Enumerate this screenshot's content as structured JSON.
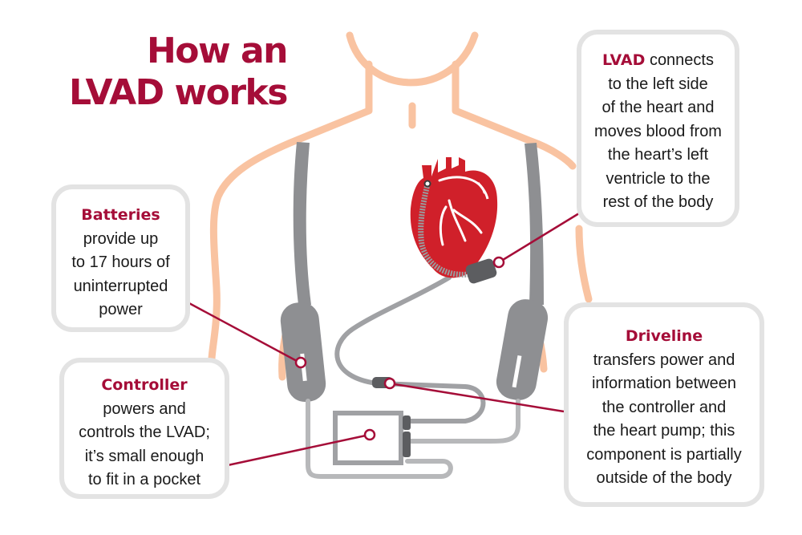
{
  "title": {
    "line1": "How an",
    "line2": "LVAD works"
  },
  "colors": {
    "accent": "#a50d38",
    "skin_outline": "#f9c3a1",
    "device_gray": "#8e8f92",
    "cable_gray": "#b7b8ba",
    "connector_dark": "#5c5d60",
    "heart_red": "#d0202a",
    "callout_border": "#e3e3e3"
  },
  "callouts": {
    "lvad": {
      "head": "LVAD",
      "lines": [
        "connects",
        "to the left side",
        "of the heart and",
        "moves blood from",
        "the heart’s left",
        "ventricle to the",
        "rest of the body"
      ]
    },
    "batteries": {
      "head": "Batteries",
      "lines": [
        "provide up",
        "to 17 hours of",
        "uninterrupted",
        "power"
      ]
    },
    "controller": {
      "head": "Controller",
      "lines": [
        "powers and",
        "controls the LVAD;",
        "it’s small enough",
        "to fit in a pocket"
      ]
    },
    "driveline": {
      "head": "Driveline",
      "lines": [
        "transfers power and",
        "information between",
        "the controller and",
        "the heart pump; this",
        "component is partially",
        "outside of the body"
      ]
    }
  },
  "icons": {
    "body": "torso-outline-icon",
    "heart": "heart-icon",
    "pump": "lvad-pump-icon",
    "batteries": "battery-icon",
    "controller": "controller-icon",
    "driveline": "driveline-cable-icon"
  }
}
